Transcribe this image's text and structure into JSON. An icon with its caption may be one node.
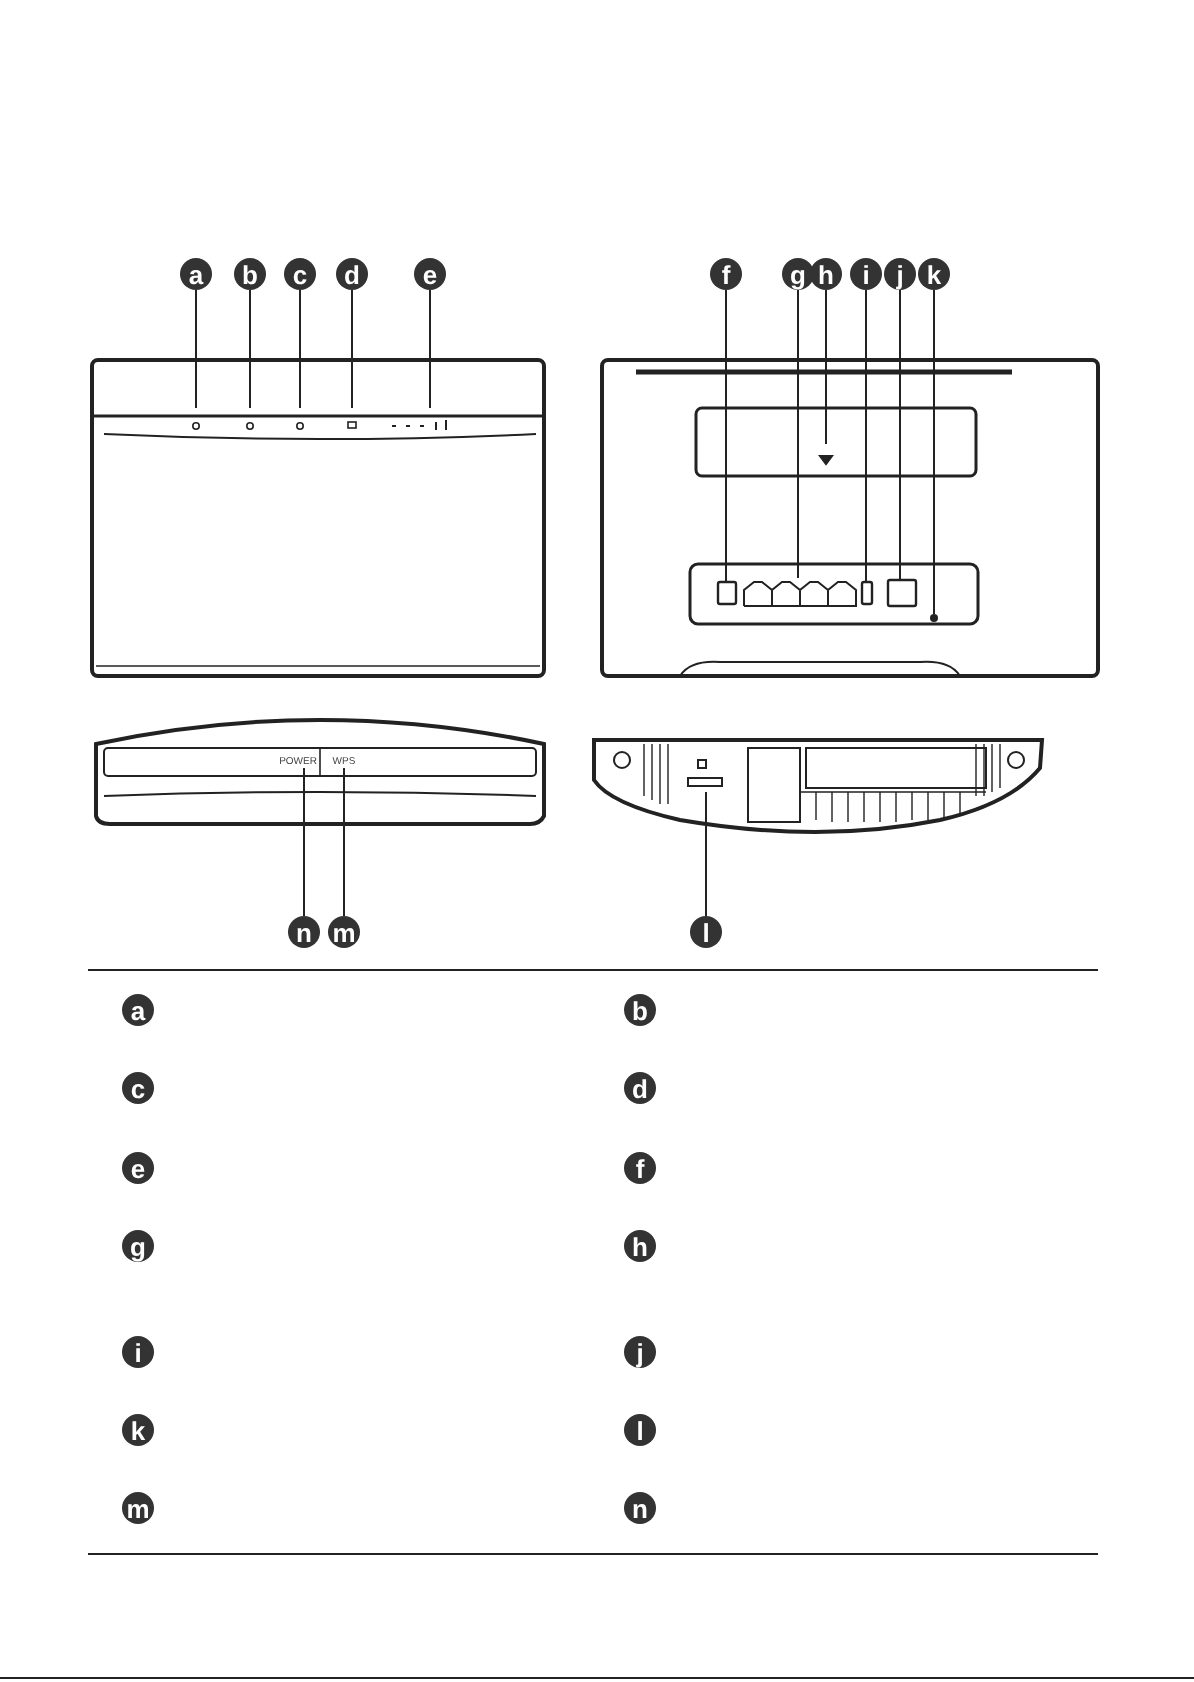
{
  "diagram": {
    "nodes": [
      {
        "text": [
          "a"
        ]
      },
      {
        "text": [
          "b"
        ]
      },
      {
        "text": [
          "c"
        ]
      },
      {
        "text": [
          "d"
        ]
      },
      {
        "text": [
          "e"
        ]
      },
      {
        "text": [
          "f"
        ]
      },
      {
        "text": [
          "g"
        ]
      },
      {
        "text": [
          "h"
        ]
      },
      {
        "text": [
          "i"
        ]
      },
      {
        "text": [
          "j"
        ]
      },
      {
        "text": [
          "k"
        ]
      },
      {
        "text": [
          "n"
        ]
      },
      {
        "text": [
          "m"
        ]
      },
      {
        "text": [
          "l"
        ]
      },
      {
        "text": [
          "a"
        ]
      },
      {
        "text": [
          "b"
        ]
      },
      {
        "text": [
          "c"
        ]
      },
      {
        "text": [
          "d"
        ]
      },
      {
        "text": [
          "e"
        ]
      },
      {
        "text": [
          "f"
        ]
      },
      {
        "text": [
          "g"
        ]
      },
      {
        "text": [
          "h"
        ]
      },
      {
        "text": [
          "i"
        ]
      },
      {
        "text": [
          "j"
        ]
      },
      {
        "text": [
          "k"
        ]
      },
      {
        "text": [
          "l"
        ]
      },
      {
        "text": [
          "m"
        ]
      },
      {
        "text": [
          "n"
        ]
      },
      {
        "text": [
          "POWER"
        ]
      },
      {
        "text": [
          "WPS"
        ]
      },
      {
        "text": [],
        "shape": "box"
      },
      {
        "text": [],
        "shape": "box"
      },
      {
        "text": [],
        "shape": "box"
      },
      {
        "text": [],
        "shape": "circle"
      }
    ],
    "edges": [
      {
        "from": 0,
        "to": null,
        "arrow": "none"
      },
      {
        "from": 1,
        "to": null,
        "arrow": "none"
      },
      {
        "from": 2,
        "to": null,
        "arrow": "none"
      },
      {
        "from": 3,
        "to": null,
        "arrow": "none"
      },
      {
        "from": 4,
        "to": null,
        "arrow": "none"
      },
      {
        "from": 5,
        "to": 30,
        "arrow": "none"
      },
      {
        "from": 6,
        "to": null,
        "arrow": "none"
      },
      {
        "from": 7,
        "to": null,
        "arrow": "none"
      },
      {
        "from": 8,
        "to": 31,
        "arrow": "none"
      },
      {
        "from": 9,
        "to": 32,
        "arrow": "none"
      },
      {
        "from": 10,
        "to": 33,
        "arrow": "none"
      },
      {
        "from": 11,
        "to": 28,
        "arrow": "none"
      },
      {
        "from": 12,
        "to": 29,
        "arrow": "none"
      },
      {
        "from": 13,
        "to": null,
        "arrow": "none"
      }
    ]
  }
}
